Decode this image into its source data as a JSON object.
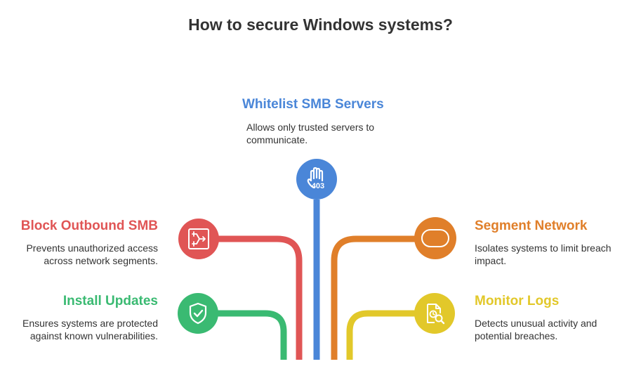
{
  "title": "How to secure Windows systems?",
  "items": [
    {
      "id": "whitelist",
      "heading": "Whitelist SMB Servers",
      "description_lines": [
        "Allows only trusted servers to",
        "communicate."
      ],
      "color": "#4a86d8",
      "icon": "hand-403-icon",
      "icon_text": "403"
    },
    {
      "id": "block",
      "heading": "Block Outbound SMB",
      "description_lines": [
        "Prevents unauthorized access",
        "across network segments."
      ],
      "color": "#e05555",
      "icon": "network-block-icon"
    },
    {
      "id": "install",
      "heading": "Install Updates",
      "description_lines": [
        "Ensures systems are protected",
        "against known vulnerabilities."
      ],
      "color": "#3aba72",
      "icon": "shield-check-icon"
    },
    {
      "id": "segment",
      "heading": "Segment Network",
      "description_lines": [
        "Isolates systems to limit breach",
        "impact."
      ],
      "color": "#e07f2a",
      "icon": "segment-oval-icon"
    },
    {
      "id": "monitor",
      "heading": "Monitor Logs",
      "description_lines": [
        "Detects unusual activity and",
        "potential breaches."
      ],
      "color": "#e2c82a",
      "icon": "log-search-icon"
    }
  ]
}
